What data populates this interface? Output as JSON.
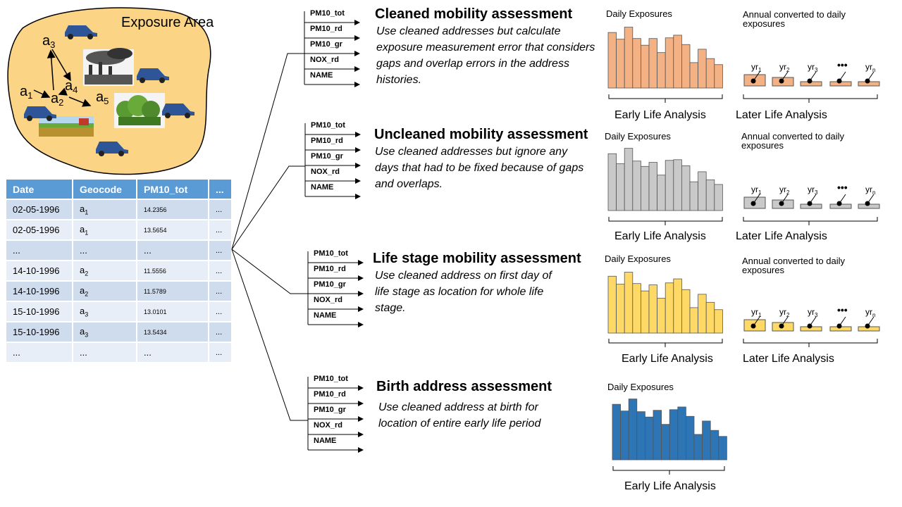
{
  "map": {
    "title": "Exposure Area",
    "labels": [
      "a1",
      "a2",
      "a3",
      "a4",
      "a5"
    ]
  },
  "table": {
    "headers": [
      "Date",
      "Geocode",
      "PM10_tot",
      "..."
    ],
    "rows": [
      {
        "date": "02-05-1996",
        "geo": "a",
        "geo_sub": "1",
        "val": "14.2356",
        "more": "..."
      },
      {
        "date": "02-05-1996",
        "geo": "a",
        "geo_sub": "1",
        "val": "13.5654",
        "more": "..."
      },
      {
        "date": "...",
        "geo": "...",
        "geo_sub": "",
        "val": "...",
        "more": "..."
      },
      {
        "date": "14-10-1996",
        "geo": "a",
        "geo_sub": "2",
        "val": "11.5556",
        "more": "..."
      },
      {
        "date": "14-10-1996",
        "geo": "a",
        "geo_sub": "2",
        "val": "11.5789",
        "more": "..."
      },
      {
        "date": "15-10-1996",
        "geo": "a",
        "geo_sub": "3",
        "val": "13.0101",
        "more": "..."
      },
      {
        "date": "15-10-1996",
        "geo": "a",
        "geo_sub": "3",
        "val": "13.5434",
        "more": "..."
      },
      {
        "date": "...",
        "geo": "...",
        "geo_sub": "",
        "val": "...",
        "more": "..."
      }
    ]
  },
  "variables": [
    "PM10_tot",
    "PM10_rd",
    "PM10_gr",
    "NOX_rd",
    "NAME"
  ],
  "assessments": [
    {
      "title": "Cleaned mobility assessment",
      "description": "Use cleaned addresses but calculate exposure measurement error that considers gaps and overlap errors in the address histories.",
      "daily_label": "Daily Exposures",
      "annual_label": "Annual converted to daily exposures",
      "early_label": "Early Life Analysis",
      "later_label": "Later Life Analysis",
      "color": "#f4b183"
    },
    {
      "title": "Uncleaned mobility assessment",
      "description": "Use cleaned addresses but ignore any days that had to be fixed because of gaps and overlaps.",
      "daily_label": "Daily Exposures",
      "annual_label": "Annual converted to daily exposures",
      "early_label": "Early Life Analysis",
      "later_label": "Later Life Analysis",
      "color": "#c9c9c9"
    },
    {
      "title": "Life stage mobility assessment",
      "description": "Use cleaned address on first day of life stage as location for whole life stage.",
      "daily_label": "Daily Exposures",
      "annual_label": "Annual converted to daily exposures",
      "early_label": "Early Life Analysis",
      "later_label": "Later Life Analysis",
      "color": "#ffd966"
    },
    {
      "title": "Birth address assessment",
      "description": "Use cleaned address at birth for location of entire early life period",
      "daily_label": "Daily Exposures",
      "early_label": "Early Life Analysis",
      "color": "#2e75b6"
    }
  ],
  "daily_bars": [
    0.83,
    0.73,
    0.91,
    0.74,
    0.64,
    0.74,
    0.53,
    0.75,
    0.79,
    0.65,
    0.38,
    0.58,
    0.44,
    0.35
  ],
  "year_labels": [
    {
      "base": "yr",
      "sub": "1"
    },
    {
      "base": "yr",
      "sub": "2"
    },
    {
      "base": "yr",
      "sub": "3"
    },
    {
      "base": "•••",
      "sub": ""
    },
    {
      "base": "yr",
      "sub": "n"
    }
  ]
}
